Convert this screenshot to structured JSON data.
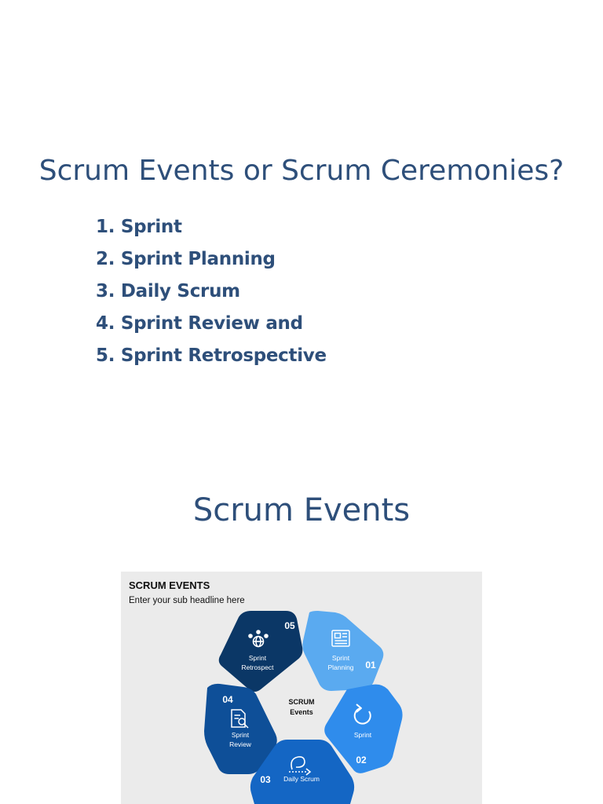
{
  "slide1": {
    "title": "Scrum Events or Scrum Ceremonies?",
    "items": [
      "1. Sprint",
      "2. Sprint Planning",
      "3. Daily Scrum",
      "4. Sprint Review and",
      "5. Sprint Retrospective"
    ]
  },
  "slide2": {
    "title": "Scrum Events",
    "panel_title": "SCRUM EVENTS",
    "panel_subtitle": "Enter your sub headline here",
    "center_line1": "SCRUM",
    "center_line2": "Events",
    "segments": [
      {
        "number": "01",
        "line1": "Sprint",
        "line2": "Planning",
        "icon": "newspaper-icon",
        "color": "#5aaaf0"
      },
      {
        "number": "02",
        "line1": "Sprint",
        "line2": "",
        "icon": "refresh-icon",
        "color": "#2f8cec"
      },
      {
        "number": "03",
        "line1": "Daily Scrum",
        "line2": "",
        "icon": "loop-arrow-icon",
        "color": "#1466c4"
      },
      {
        "number": "04",
        "line1": "Sprint",
        "line2": "Review",
        "icon": "document-search-icon",
        "color": "#0e4f98"
      },
      {
        "number": "05",
        "line1": "Sprint",
        "line2": "Retrospect",
        "icon": "team-globe-icon",
        "color": "#0b3766"
      }
    ]
  }
}
